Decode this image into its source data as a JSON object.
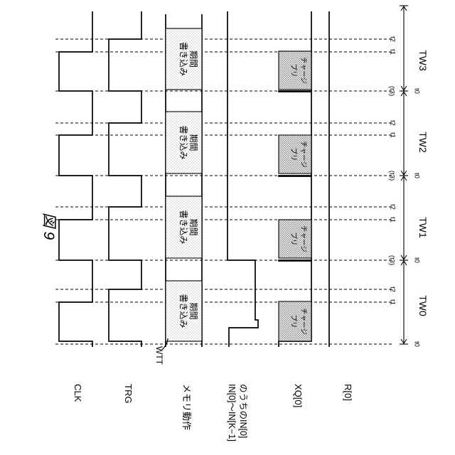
{
  "figure": {
    "title": "図 9"
  },
  "signals": [
    {
      "id": "clk",
      "label": "CLK"
    },
    {
      "id": "trg",
      "label": "TRG"
    },
    {
      "id": "mem",
      "label": "メモリ動作"
    },
    {
      "id": "in0",
      "label_lines": [
        "IN[0]〜IN[K−1]",
        "のうちのIN[0]"
      ]
    },
    {
      "id": "xq0",
      "label": "XQ[0]"
    },
    {
      "id": "r0",
      "label": "R[0]"
    }
  ],
  "wtt_label": "WTT",
  "write_block": {
    "lines": [
      "書き込み",
      "期間"
    ]
  },
  "precharge_block": {
    "lines": [
      "プリ",
      "チャージ"
    ]
  },
  "periods": [
    {
      "label": "TW0",
      "marks": {
        "t0": "t0",
        "t1": "t1",
        "t2": "t2"
      }
    },
    {
      "label": "TW1",
      "marks": {
        "t0": "t0",
        "t3": "(t3)",
        "t1": "t1",
        "t2": "t2"
      }
    },
    {
      "label": "TW2",
      "marks": {
        "t0": "t0",
        "t3": "(t3)",
        "t1": "t1",
        "t2": "t2"
      }
    },
    {
      "label": "TW3",
      "marks": {
        "t0": "t0",
        "t3": "(t3)",
        "t1": "t1",
        "t2": "t2"
      }
    }
  ]
}
